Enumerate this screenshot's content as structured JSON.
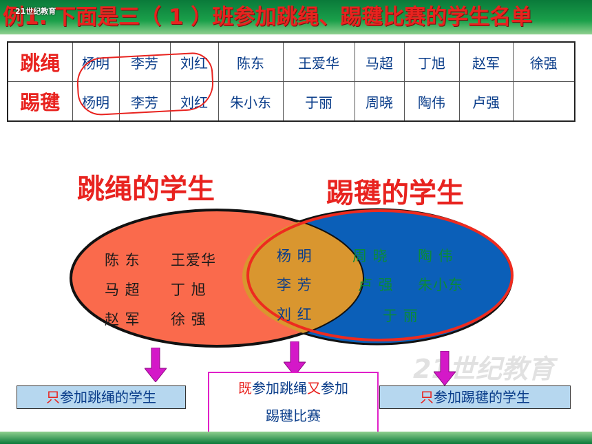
{
  "header": {
    "title": "例1. 下面是三（ 1 ）班参加跳绳、踢毽比赛的学生名单",
    "logo_text": "21世纪教育"
  },
  "table": {
    "rows": [
      {
        "label": "跳绳",
        "names": [
          "杨明",
          "李芳",
          "刘红",
          "陈东",
          "王爱华",
          "马超",
          "丁旭",
          "赵军",
          "徐强"
        ]
      },
      {
        "label": "踢毽",
        "names": [
          "杨明",
          "李芳",
          "刘红",
          "朱小东",
          "于丽",
          "周晓",
          "陶伟",
          "卢强",
          ""
        ]
      }
    ]
  },
  "venn": {
    "left_heading": "跳绳的学生",
    "right_heading": "踢毽的学生",
    "left_only": [
      "陈  东",
      "王爱华",
      "马  超",
      "丁  旭",
      "赵  军",
      "徐  强"
    ],
    "intersection": [
      "杨  明",
      "李  芳",
      "刘  红"
    ],
    "right_only": [
      "周  晓",
      "陶  伟",
      "卢  强",
      "朱小东",
      "于  丽"
    ],
    "colors": {
      "left_fill": "#fa6a4c",
      "right_fill": "#0b5fb8",
      "intersection_fill": "#d9962f",
      "outline_red": "#ee2b1f",
      "outline_dark": "#111111",
      "arrow": "#d418c8"
    }
  },
  "labels": {
    "left_box": {
      "hl": "只",
      "rest": "参加跳绳的学生"
    },
    "mid_box": {
      "hl1": "既",
      "part1": "参加跳绳",
      "hl2": "又",
      "part2": "参加",
      "line2": "踢毽比赛"
    },
    "right_box": {
      "hl": "只",
      "rest": "参加踢毽的学生"
    }
  },
  "watermark": "21世纪教育"
}
